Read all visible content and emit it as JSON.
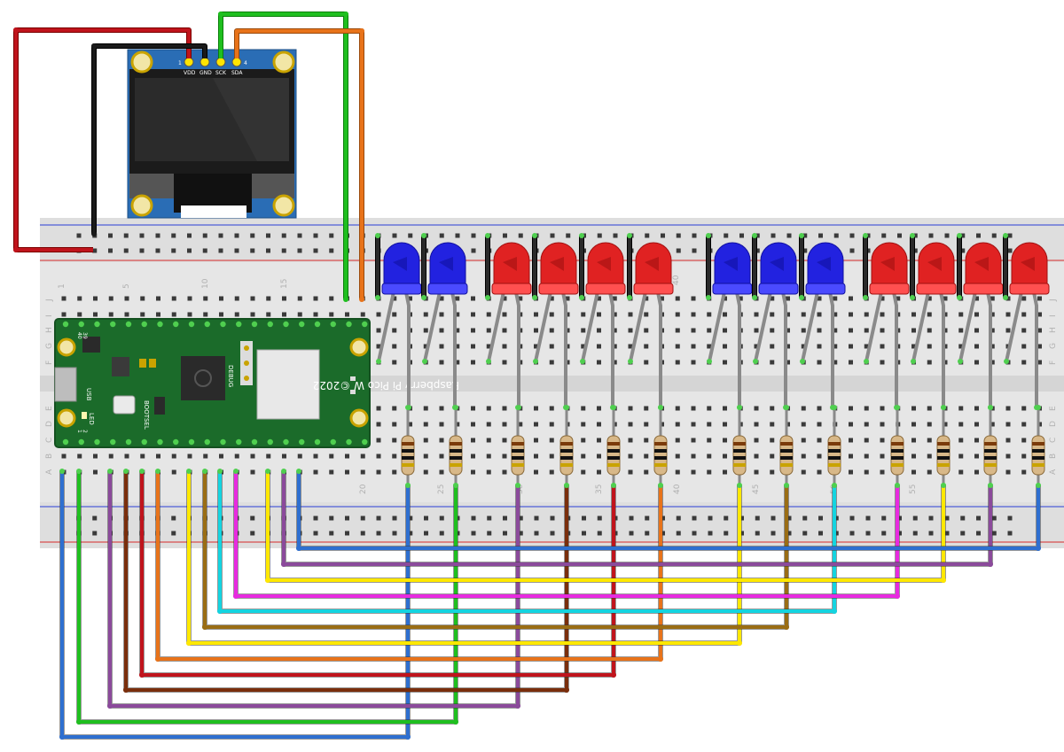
{
  "oled": {
    "pin_numbers": [
      "1",
      "4"
    ],
    "pin_labels": [
      "VDD",
      "GND",
      "SCK",
      "SDA"
    ]
  },
  "pico": {
    "brand_text": "Raspberry Pi Pico W ©2022",
    "labels": {
      "usb": "USB",
      "bootsel": "BOOTSEL",
      "led": "LED",
      "debug": "DEBUG",
      "pin1": "1",
      "pin2": "2",
      "pin39": "39",
      "pin40": "40"
    }
  },
  "breadboard": {
    "column_numbers_top": [
      "1",
      "5",
      "10",
      "15"
    ],
    "column_numbers_bottom": [
      "20",
      "25",
      "30",
      "35",
      "40",
      "45",
      "50",
      "55"
    ],
    "column_numbers_middle": [
      "40"
    ],
    "row_letters_top": [
      "J",
      "I",
      "H",
      "G",
      "F"
    ],
    "row_letters_bottom": [
      "E",
      "D",
      "C",
      "B",
      "A"
    ]
  },
  "leds": [
    {
      "color": "blue"
    },
    {
      "color": "blue"
    },
    {
      "color": "red"
    },
    {
      "color": "red"
    },
    {
      "color": "red"
    },
    {
      "color": "red"
    },
    {
      "color": "blue"
    },
    {
      "color": "blue"
    },
    {
      "color": "blue"
    },
    {
      "color": "red"
    },
    {
      "color": "red"
    },
    {
      "color": "red"
    },
    {
      "color": "red"
    }
  ],
  "wire_colors": {
    "red": "#c0141c",
    "black": "#1a1a1a",
    "green": "#1fbf1f",
    "orange": "#e8731a",
    "blue": "#2e6fd0",
    "purple": "#8b4a9b",
    "brown": "#7a2e0c",
    "yellow": "#ffe800",
    "cyan": "#14d4e0",
    "magenta": "#e82ae0",
    "olive": "#9a6d14",
    "darkred": "#c0141c"
  }
}
